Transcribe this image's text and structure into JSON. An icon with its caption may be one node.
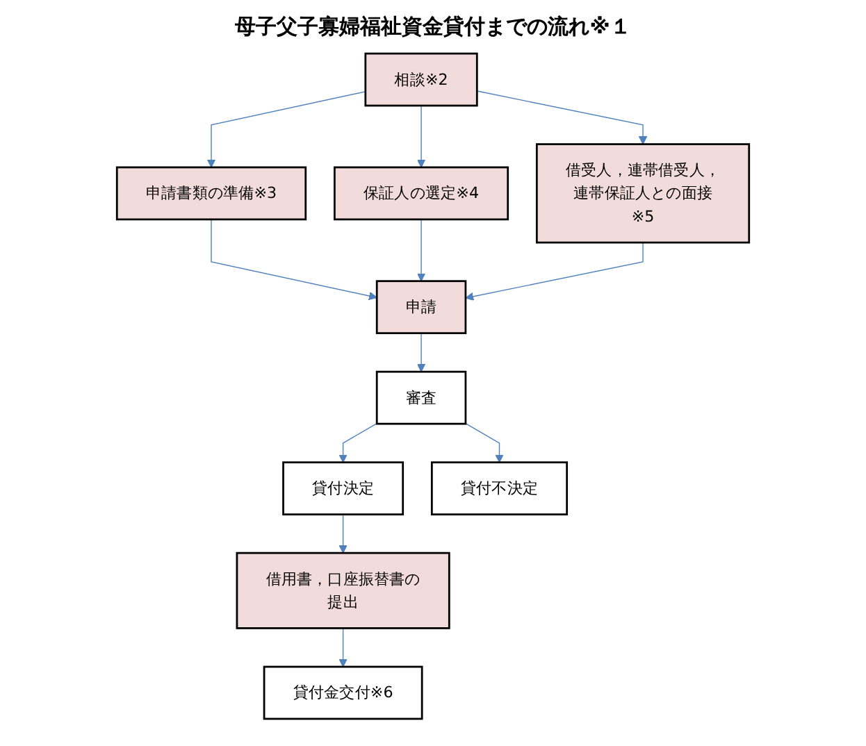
{
  "diagram": {
    "title": "母子父子寡婦福祉資金貸付までの流れ※１",
    "nodes": [
      {
        "text": [
          "相談※2"
        ]
      },
      {
        "text": [
          "申請書類の準備※3"
        ]
      },
      {
        "text": [
          "保証人の選定※4"
        ]
      },
      {
        "text": [
          "借受人，連帯借受人，連帯保証人との面接※5"
        ]
      },
      {
        "text": [
          "申請"
        ]
      },
      {
        "text": [
          "審査"
        ]
      },
      {
        "text": [
          "貸付決定"
        ]
      },
      {
        "text": [
          "貸付不決定"
        ]
      },
      {
        "text": [
          "借用書，口座振替書の提出"
        ]
      },
      {
        "text": [
          "貸付金交付※6"
        ]
      }
    ],
    "edges": [
      {
        "from": 0,
        "to": 1,
        "arrow": "to"
      },
      {
        "from": 0,
        "to": 2,
        "arrow": "to"
      },
      {
        "from": 0,
        "to": 3,
        "arrow": "to"
      },
      {
        "from": 1,
        "to": 4,
        "arrow": "to"
      },
      {
        "from": 2,
        "to": 4,
        "arrow": "to"
      },
      {
        "from": 3,
        "to": 4,
        "arrow": "to"
      },
      {
        "from": 4,
        "to": 5,
        "arrow": "to"
      },
      {
        "from": 5,
        "to": 6,
        "arrow": "to"
      },
      {
        "from": 5,
        "to": 7,
        "arrow": "to"
      },
      {
        "from": 6,
        "to": 8,
        "arrow": "to"
      },
      {
        "from": 8,
        "to": 9,
        "arrow": "to"
      }
    ]
  }
}
